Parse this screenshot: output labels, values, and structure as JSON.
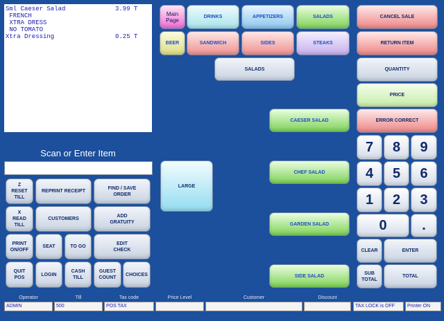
{
  "receipt": {
    "lines": [
      {
        "text": "Sml Caeser Salad",
        "price": "3.99 T"
      },
      {
        "text": " FRENCH",
        "price": ""
      },
      {
        "text": " XTRA DRESS",
        "price": ""
      },
      {
        "text": " NO TOMATO",
        "price": ""
      },
      {
        "text": "Xtra Dressing",
        "price": "0.25 T"
      }
    ]
  },
  "scan": {
    "label": "Scan or Enter Item",
    "value": ""
  },
  "functions": {
    "z_reset": "Z\nRESET\nTILL",
    "reprint": "REPRINT RECEIPT",
    "find_save": "FIND / SAVE\nORDER",
    "x_read": "X\nREAD\nTILL",
    "customers": "CUSTOMERS",
    "add_gratuity": "ADD\nGRATUITY",
    "print_onoff": "PRINT\nON/OFF",
    "seat": "SEAT",
    "to_go": "TO GO",
    "edit_check": "EDIT\nCHECK",
    "quit_pos": "QUIT\nPOS",
    "login": "LOGIN",
    "cash_till": "CASH\nTILL",
    "guest_count": "GUEST\nCOUNT",
    "choices": "CHOICES"
  },
  "categories": {
    "main_page": "Main\nPage",
    "drinks": "DRINKS",
    "appetizers": "APPETIZERS",
    "salads": "SALADS",
    "beer": "BEER",
    "sandwich": "SANDWICH",
    "sides": "SIDES",
    "steaks": "STEAKS"
  },
  "menu": {
    "group_title": "SALADS",
    "large": "LARGE",
    "items": [
      "CAESER SALAD",
      "CHEF SALAD",
      "GARDEN SALAD",
      "SIDE SALAD"
    ]
  },
  "actions": {
    "cancel_sale": "CANCEL SALE",
    "return_item": "RETURN ITEM",
    "quantity": "QUANTITY",
    "price": "PRICE",
    "error_correct": "ERROR CORRECT"
  },
  "keypad": {
    "keys": [
      "7",
      "8",
      "9",
      "4",
      "5",
      "6",
      "1",
      "2",
      "3",
      "0",
      "."
    ],
    "clear": "CLEAR",
    "enter": "ENTER",
    "sub_total": "SUB\nTOTAL",
    "total": "TOTAL"
  },
  "status": {
    "labels": {
      "operator": "Operator",
      "till": "Till",
      "tax_code": "Tax code",
      "price_level": "Price Level",
      "customer": "Customer",
      "discount": "Discount"
    },
    "values": {
      "operator": "ADMIN",
      "till": "500",
      "tax_code": "POS TAX",
      "price_level": "",
      "customer": "",
      "discount": "",
      "tax_lock": "TAX LOCK is OFF",
      "printer": "Printer ON"
    }
  },
  "colors": {
    "background": "#1c4f9c",
    "receipt_text": "#1a1ab0",
    "button_text": "#1d4fc0"
  }
}
